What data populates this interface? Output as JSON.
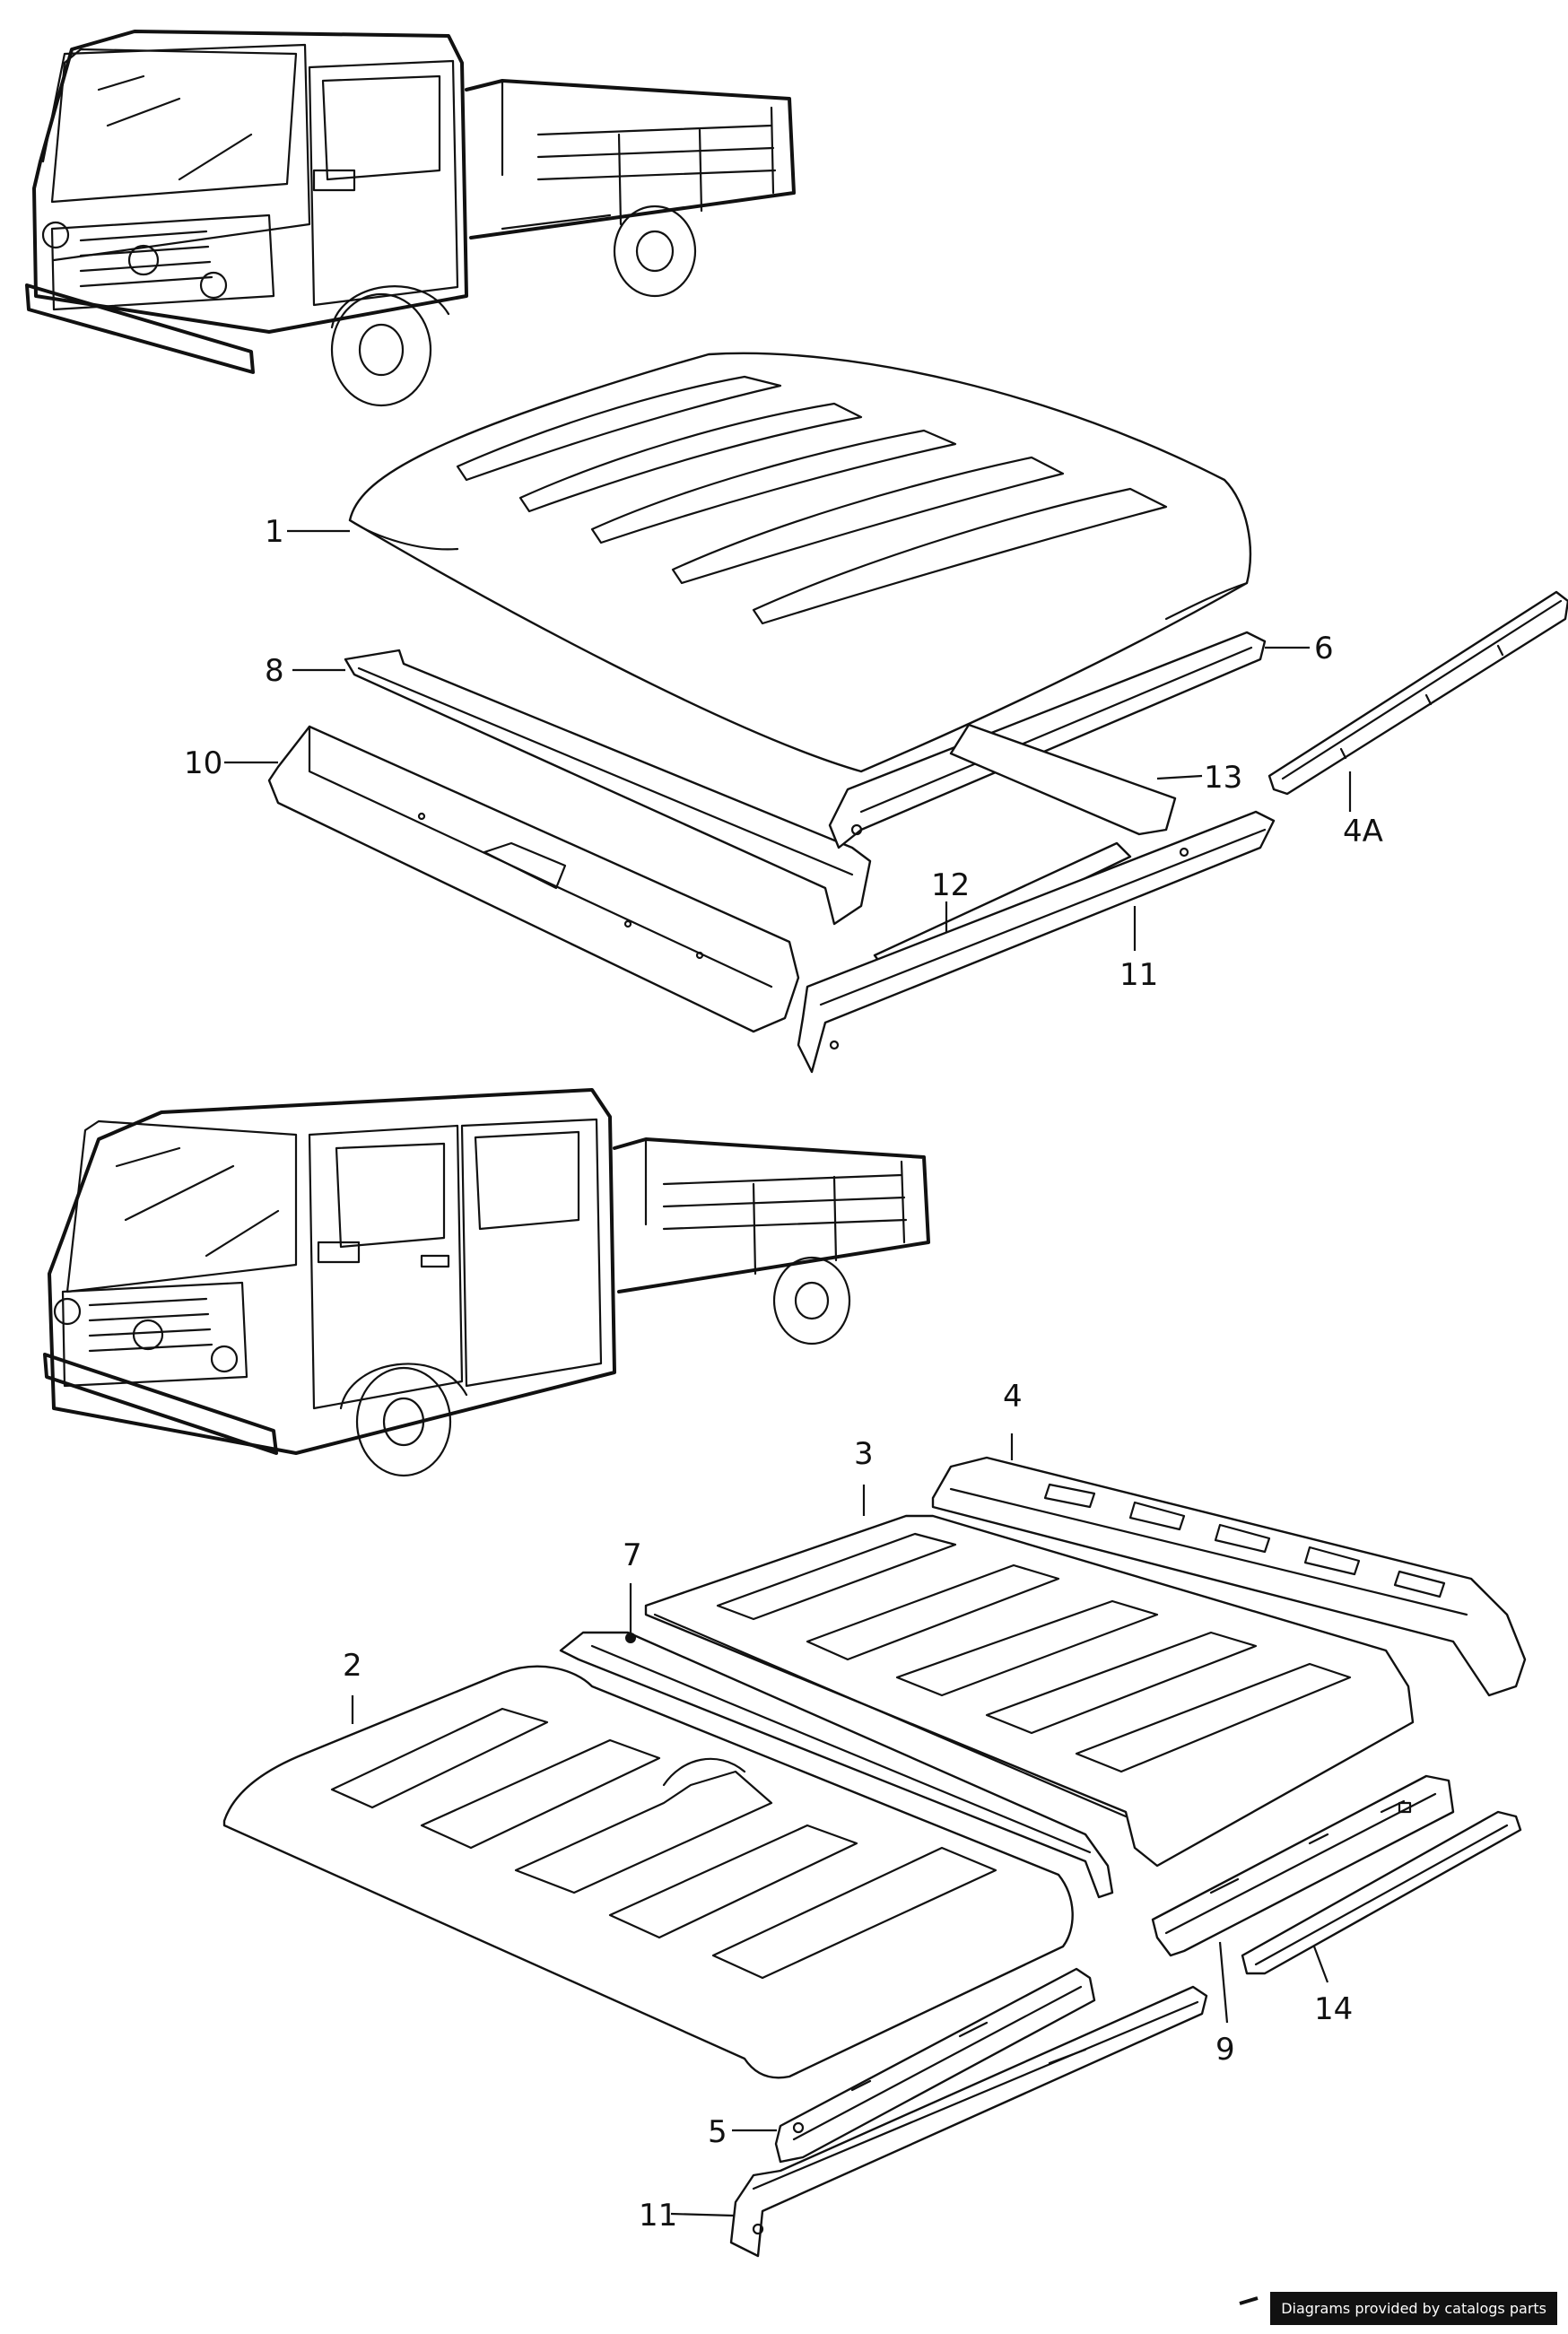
{
  "callouts": {
    "c1": "1",
    "c2": "2",
    "c3": "3",
    "c4": "4",
    "c4a": "4A",
    "c5": "5",
    "c6": "6",
    "c7": "7",
    "c8": "8",
    "c9": "9",
    "c10": "10",
    "c11_top": "11",
    "c11_bottom": "11",
    "c12": "12",
    "c13": "13",
    "c14": "14"
  },
  "footer": {
    "credit": "Diagrams provided by catalogs parts"
  }
}
